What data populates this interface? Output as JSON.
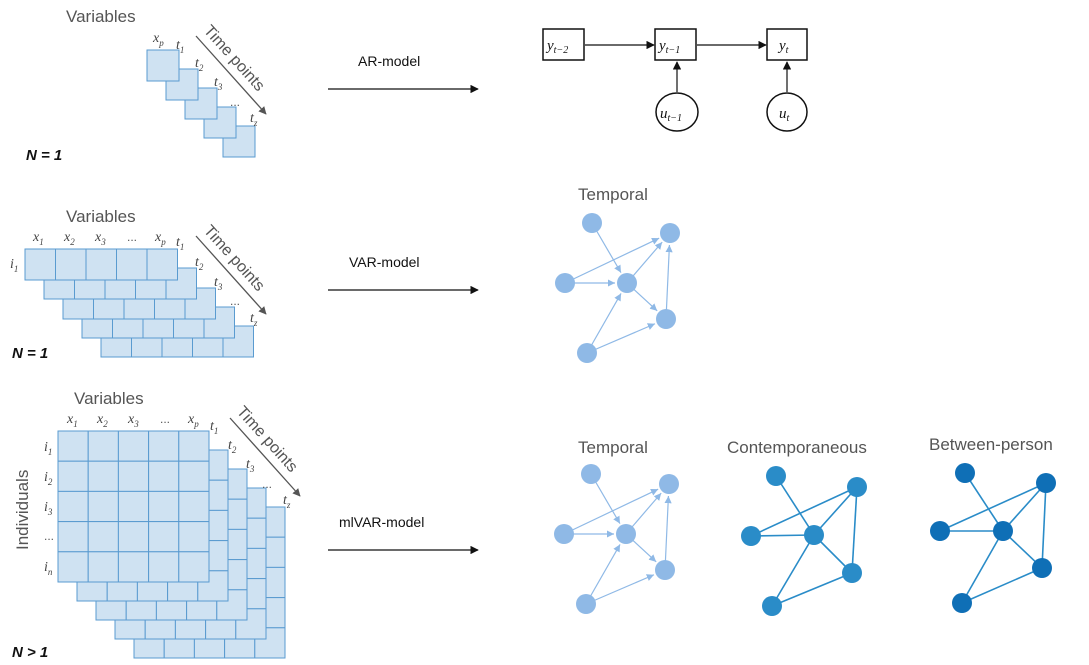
{
  "colors": {
    "cell_fill": "#cfe2f2",
    "cell_stroke": "#5a9bd0",
    "temporal_node": "#8fb9e6",
    "temporal_edge": "#8fb9e6",
    "contemporaneous_node": "#2a8cc8",
    "contemporaneous_edge": "#2a8cc8",
    "between_node": "#0f6fb6",
    "between_edge": "#2a8cc8"
  },
  "row1": {
    "variables_label": "Variables",
    "time_points_label": "Time points",
    "xp": "x",
    "xp_sub": "p",
    "t1": "t",
    "t1_sub": "1",
    "t2": "t",
    "t2_sub": "2",
    "t3": "t",
    "t3_sub": "3",
    "dots": "...",
    "tz": "t",
    "tz_sub": "z",
    "n_label": "N = 1",
    "arrow_label": "AR-model",
    "ar_nodes": {
      "y_tm2": "y",
      "y_tm2_sub": "t−2",
      "y_tm1": "y",
      "y_tm1_sub": "t−1",
      "y_t": "y",
      "y_t_sub": "t",
      "u_tm1": "u",
      "u_tm1_sub": "t−1",
      "u_t": "u",
      "u_t_sub": "t"
    }
  },
  "row2": {
    "variables_label": "Variables",
    "time_points_label": "Time points",
    "x1": "x",
    "x1_sub": "1",
    "x2": "x",
    "x2_sub": "2",
    "x3": "x",
    "x3_sub": "3",
    "xdots": "...",
    "xp": "x",
    "xp_sub": "p",
    "t1": "t",
    "t1_sub": "1",
    "t2": "t",
    "t2_sub": "2",
    "t3": "t",
    "t3_sub": "3",
    "tdots": "...",
    "tz": "t",
    "tz_sub": "z",
    "i1": "i",
    "i1_sub": "1",
    "n_label": "N = 1",
    "arrow_label": "VAR-model",
    "network_title": "Temporal"
  },
  "row3": {
    "variables_label": "Variables",
    "time_points_label": "Time points",
    "individuals_label": "Individuals",
    "x1": "x",
    "x1_sub": "1",
    "x2": "x",
    "x2_sub": "2",
    "x3": "x",
    "x3_sub": "3",
    "xdots": "...",
    "xp": "x",
    "xp_sub": "p",
    "t1": "t",
    "t1_sub": "1",
    "t2": "t",
    "t2_sub": "2",
    "t3": "t",
    "t3_sub": "3",
    "tdots": "...",
    "tz": "t",
    "tz_sub": "z",
    "i1": "i",
    "i1_sub": "1",
    "i2": "i",
    "i2_sub": "2",
    "i3": "i",
    "i3_sub": "3",
    "idots": "...",
    "in": "i",
    "in_sub": "n",
    "n_label": "N > 1",
    "arrow_label": "mlVAR-model",
    "network_titles": [
      "Temporal",
      "Contemporaneous",
      "Between-person"
    ]
  }
}
